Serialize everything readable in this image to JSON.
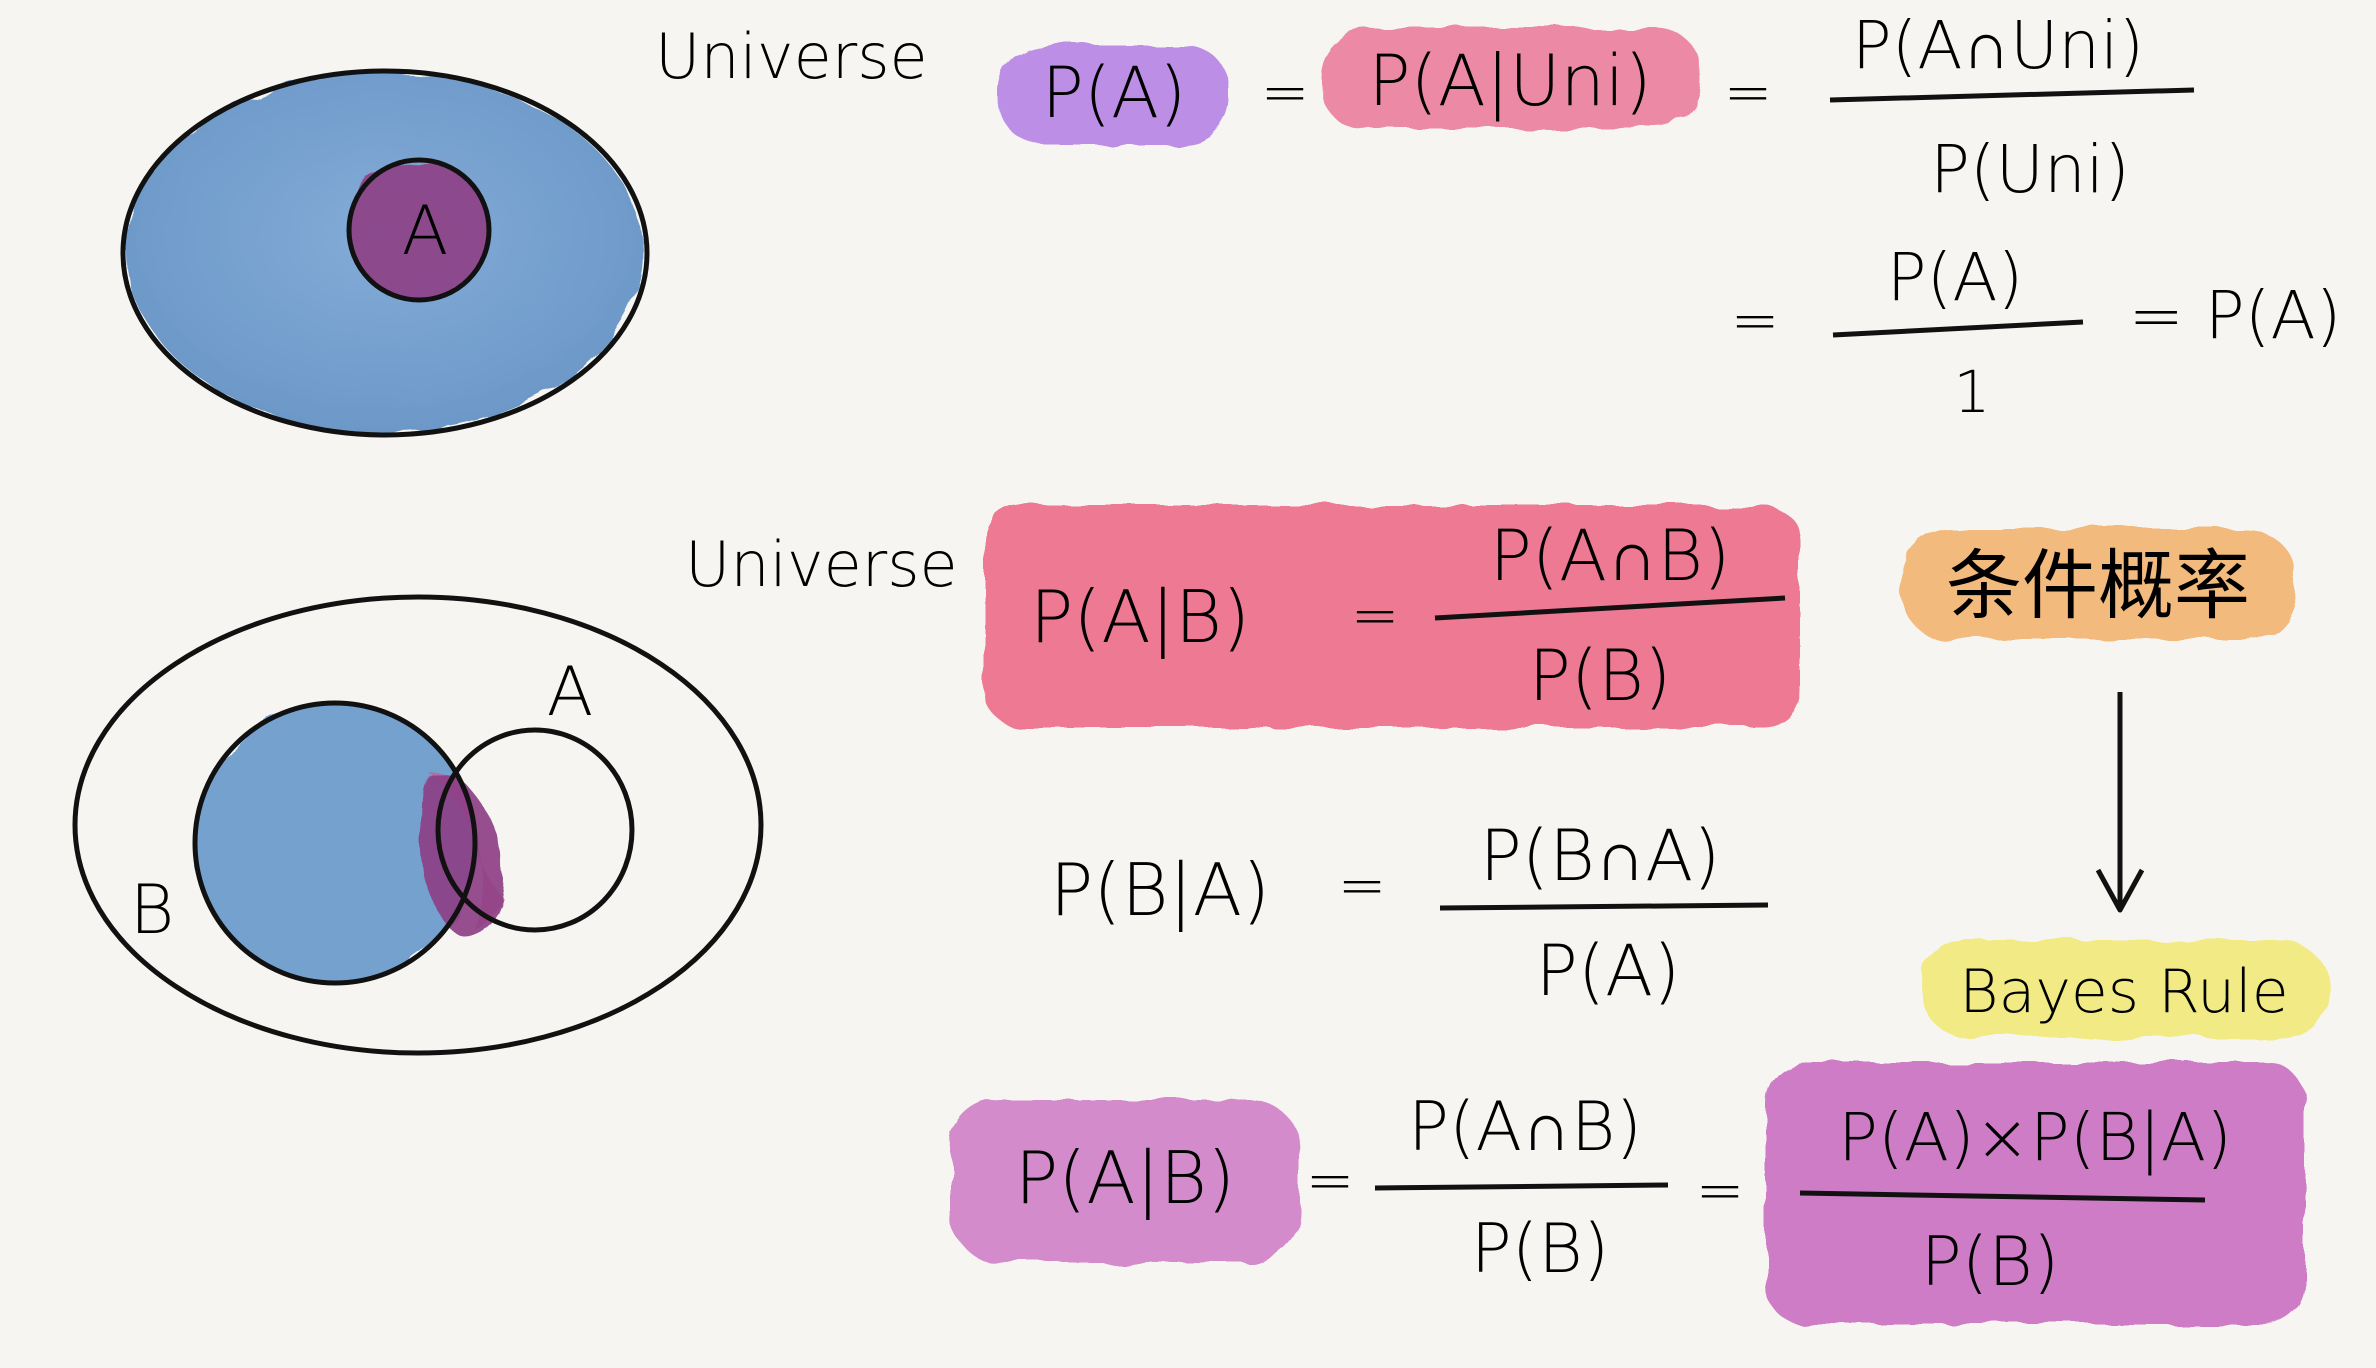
{
  "colors": {
    "paper": "#f6f5f2",
    "ink": "#111111",
    "blue_wash": "#6b9acb",
    "magenta_overlap": "#8e3f86",
    "violet_highlight": "#b37de3",
    "pink_highlight": "#ea6f94",
    "orange_highlight": "#f3b069",
    "yellow_highlight": "#f2ea7a",
    "purple_highlight": "#c868bf",
    "red_highlight": "#ec5f7e"
  },
  "top_diagram": {
    "universe_label": "Universe",
    "set_label": "A"
  },
  "bottom_diagram": {
    "universe_label": "Universe",
    "set_a_label": "A",
    "set_b_label": "B"
  },
  "eq1": {
    "lhs": "P(A)",
    "eq_sign_1": "=",
    "middle": "P(A|Uni)",
    "eq_sign_2": "=",
    "num": "P(A∩Uni)",
    "den": "P(Uni)"
  },
  "eq2": {
    "eq_sign": "=",
    "num": "P(A)",
    "den": "1",
    "result": "= P(A)"
  },
  "cond_def": {
    "lhs": "P(A|B)",
    "eq_sign": "=",
    "num": "P(A∩B)",
    "den": "P(B)"
  },
  "cond_def2": {
    "lhs": "P(B|A)",
    "eq_sign": "=",
    "num": "P(B∩A)",
    "den": "P(A)"
  },
  "bayes": {
    "lhs": "P(A|B)",
    "eq_sign_1": "=",
    "num1": "P(A∩B)",
    "den1": "P(B)",
    "eq_sign_2": "=",
    "num2": "P(A)×P(B|A)",
    "den2": "P(B)"
  },
  "labels": {
    "conditional_probability": "条件概率",
    "bayes_rule": "Bayes Rule"
  }
}
